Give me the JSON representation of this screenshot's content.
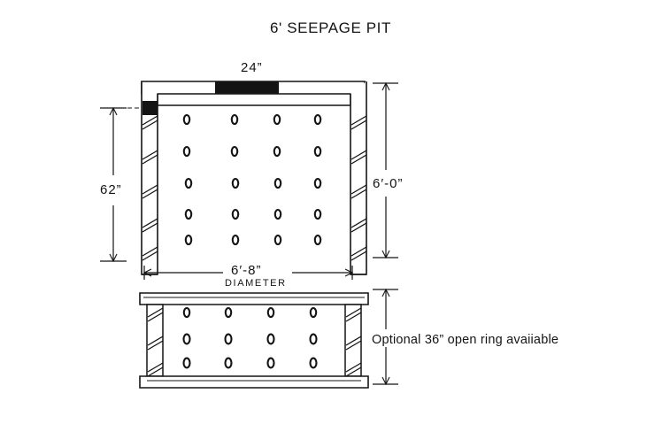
{
  "drawing": {
    "title": "6' SEEPAGE PIT",
    "background_color": "#ffffff",
    "ink_color": "#141414",
    "labels": {
      "top_opening": "24”",
      "left_height": "62”",
      "right_height": "6′-0”",
      "diameter_value": "6′-8”",
      "diameter_caption": "DIAMETER",
      "optional_note": "Optional  36” open ring avaiiable"
    },
    "upper_section": {
      "name": "seepage pit main barrel",
      "perforation_columns": 4,
      "perforation_rows": 5,
      "wall_hatch_segments": 5,
      "has_black_top_opening": true,
      "has_black_left_block": true
    },
    "lower_section": {
      "name": "optional open ring",
      "perforation_columns": 4,
      "perforation_rows": 3,
      "wall_hatch_segments": 3,
      "has_top_lip": true,
      "has_bottom_base": true
    }
  }
}
